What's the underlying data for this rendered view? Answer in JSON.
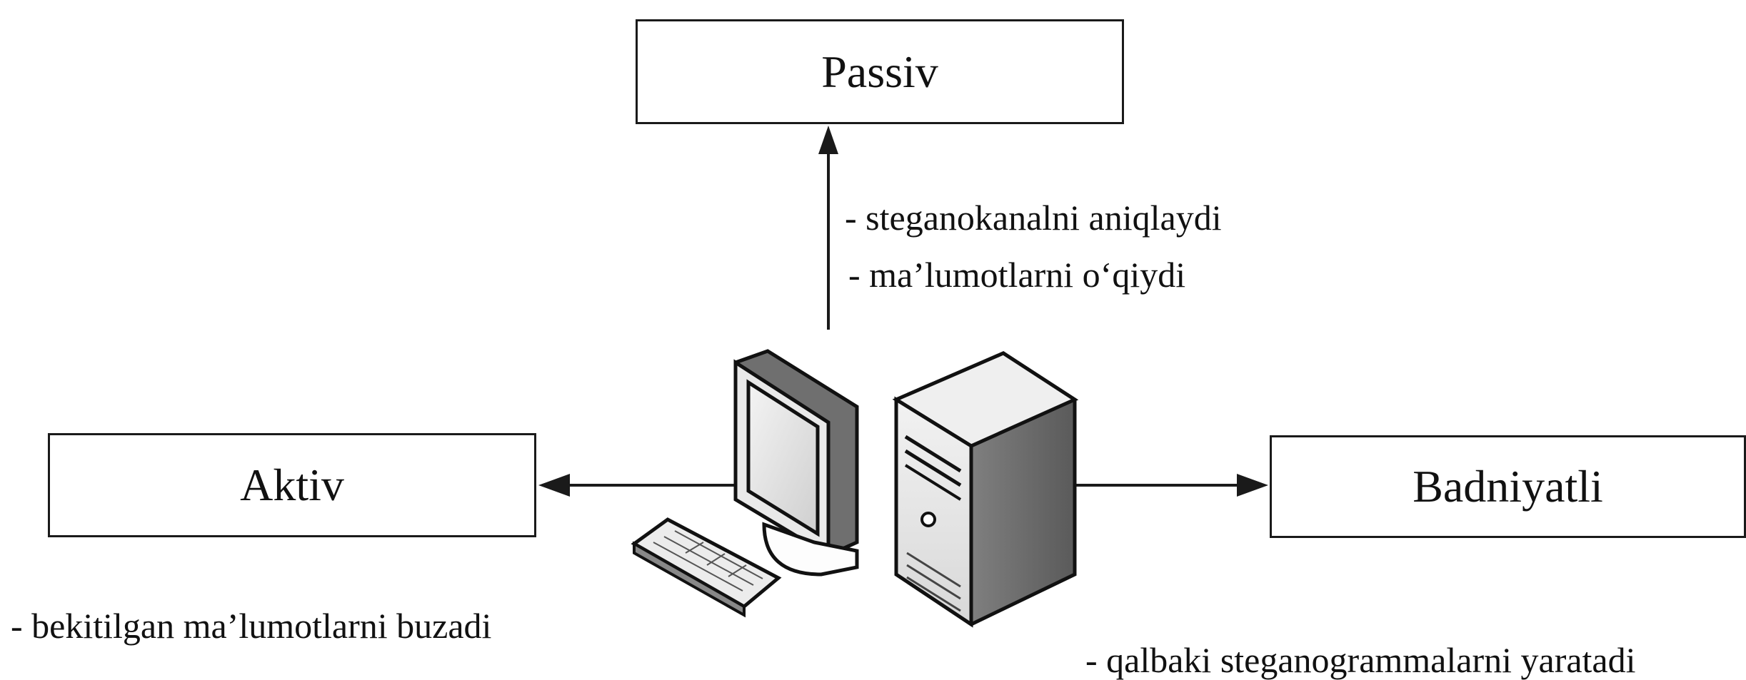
{
  "nodes": {
    "passiv": {
      "label": "Passiv",
      "notes": [
        "- steganokanalni aniqlaydi",
        "- ma’lumotlarni o‘qiydi"
      ]
    },
    "aktiv": {
      "label": "Aktiv",
      "notes": [
        "- bekitilgan ma’lumotlarni buzadi"
      ]
    },
    "badniyatli": {
      "label": "Badniyatli",
      "notes": [
        "- qalbaki steganogrammalarni yaratadi"
      ]
    }
  },
  "icons": {
    "center": "computer-workstation-icon"
  },
  "colors": {
    "stroke": "#1a1a1a",
    "background": "#ffffff"
  }
}
